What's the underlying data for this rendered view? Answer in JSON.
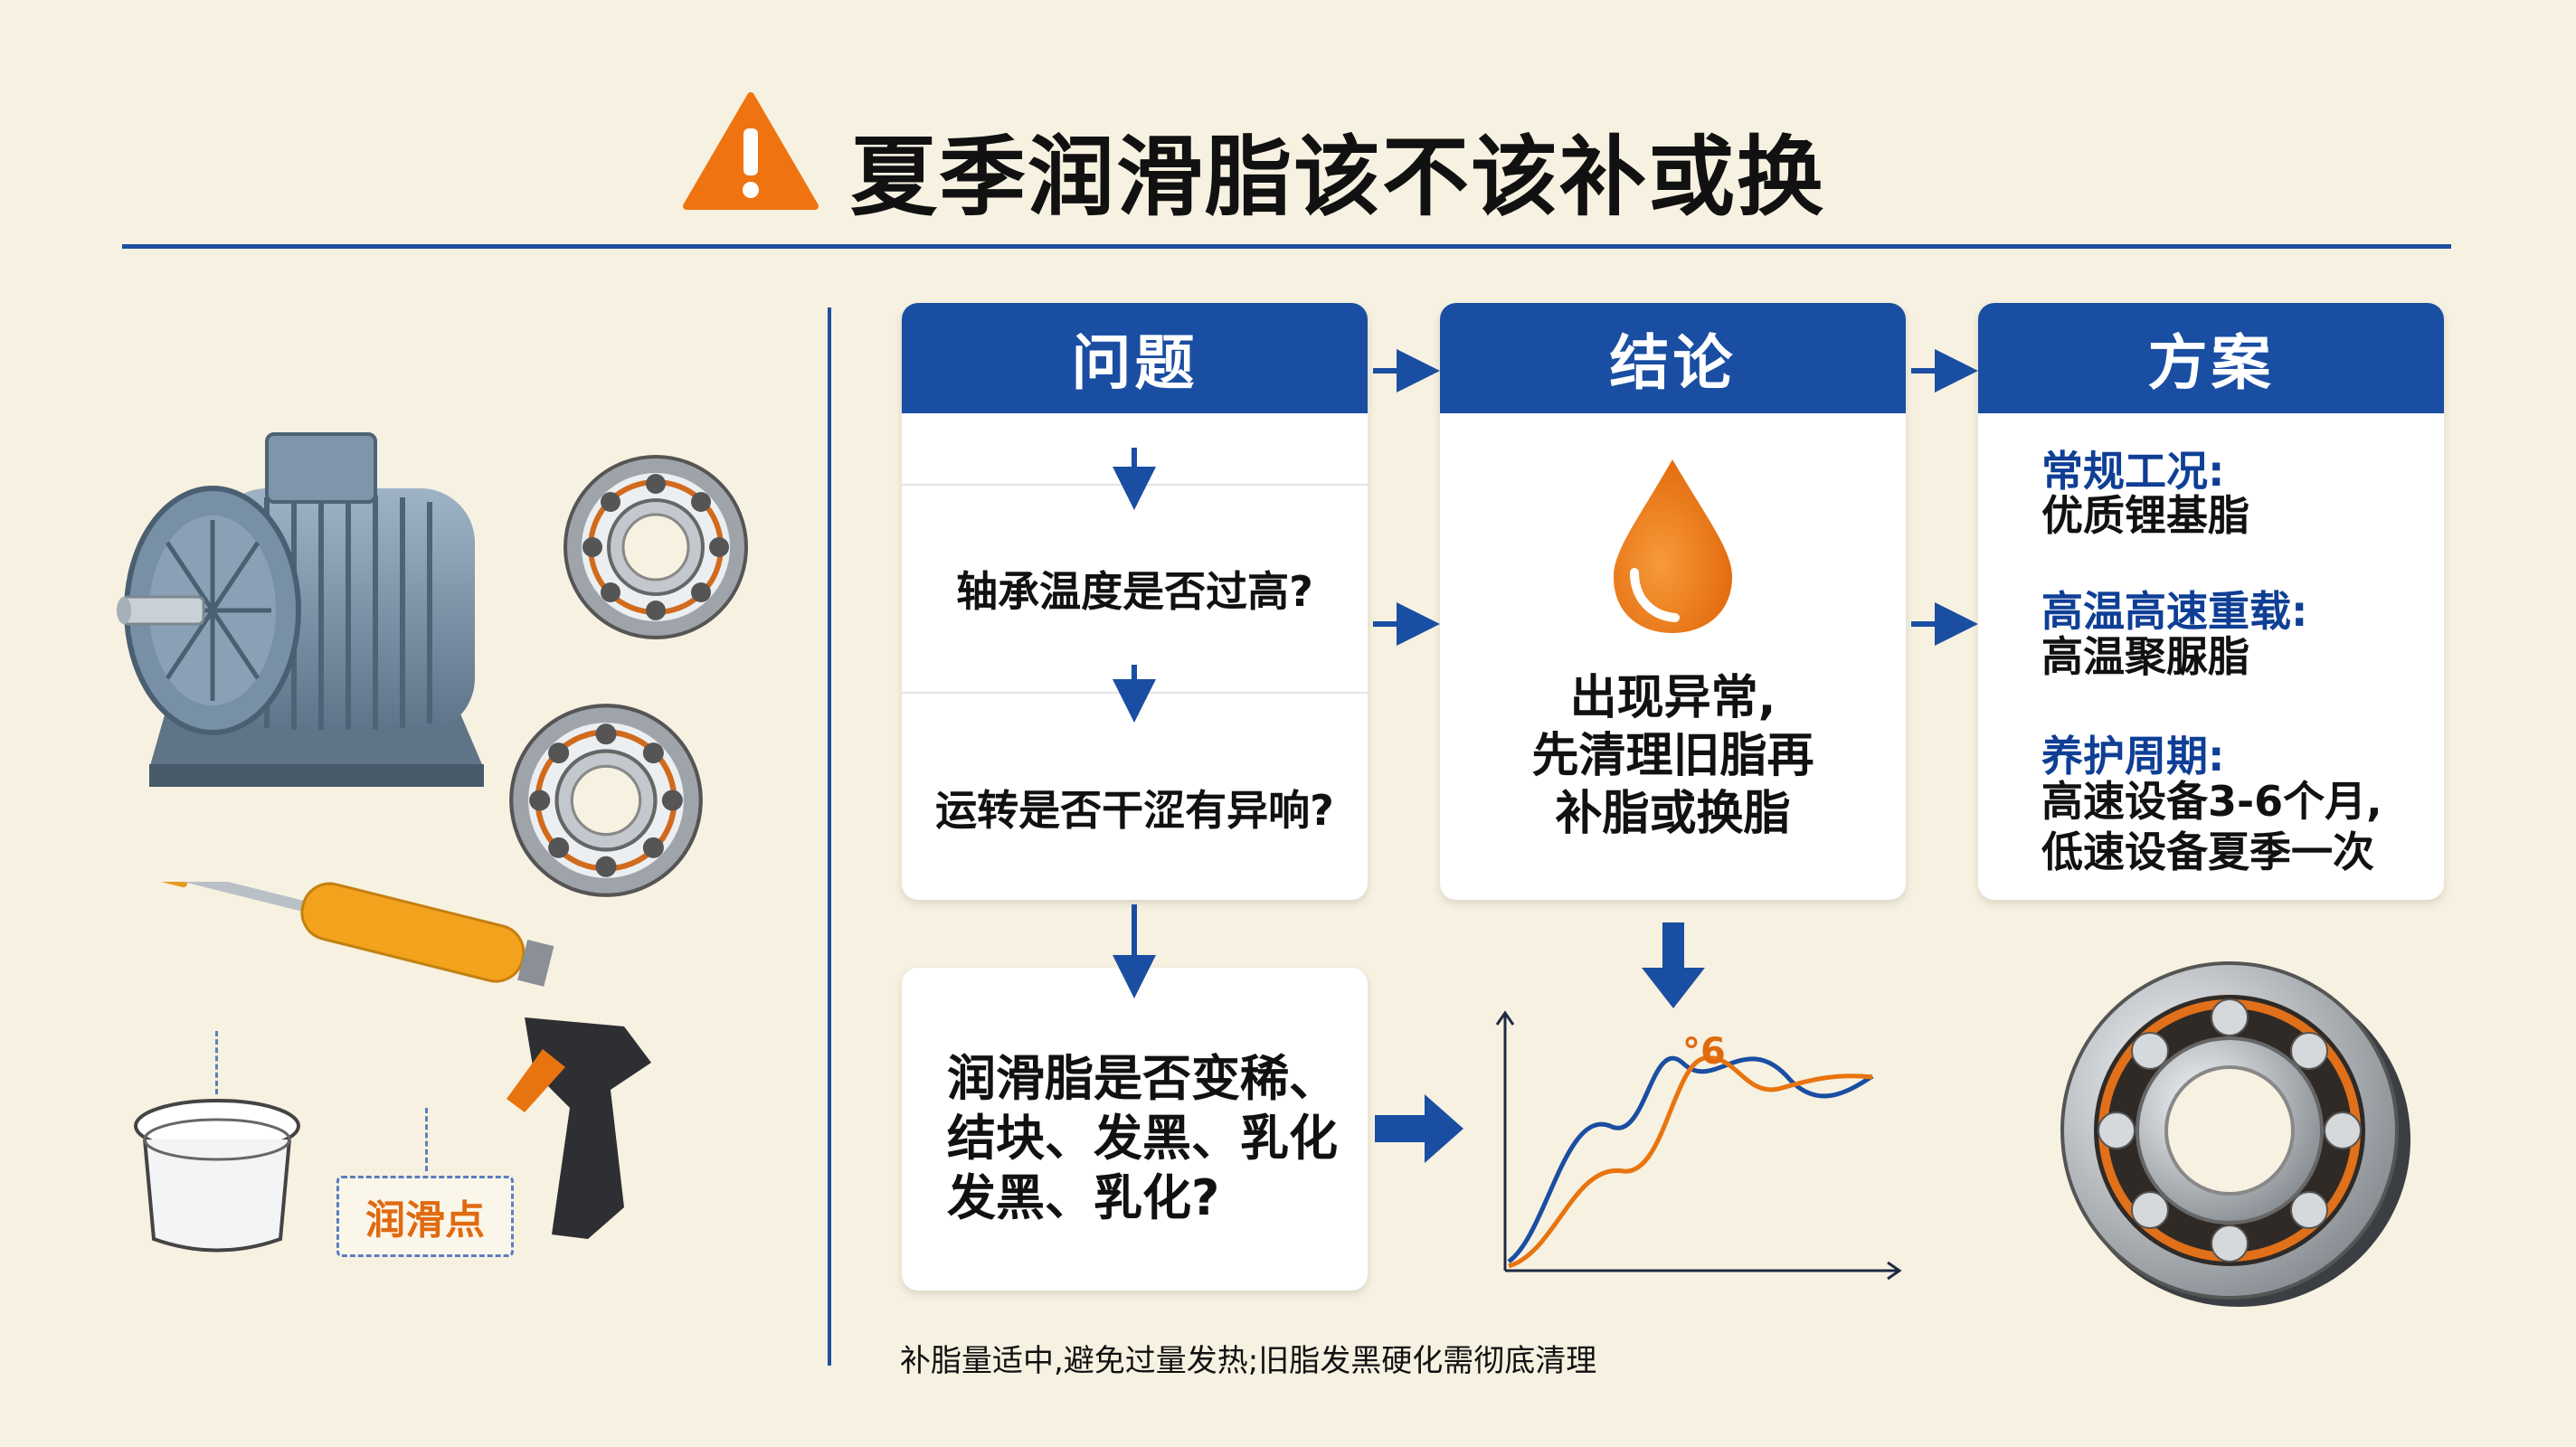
{
  "title": "夏季润滑脂该不该补或换",
  "cards": {
    "problem": {
      "header": "问题",
      "q1": "轴承温度是否过高?",
      "q2": "运转是否干涩有异响?",
      "q3_lines": [
        "润滑脂是否变稀、",
        "结块、发黑、乳化",
        "发黑、乳化?"
      ]
    },
    "conclusion": {
      "header": "结论",
      "lines": [
        "出现异常,",
        "先清理旧脂再",
        "补脂或换脂"
      ]
    },
    "plan": {
      "header": "方案",
      "normal_title": "常规工况:",
      "normal_body": "优质锂基脂",
      "hot_title": "高温高速重载:",
      "hot_body": "高温聚脲脂",
      "cycle_title": "养护周期:",
      "cycle_body_1": "高速设备3-6个月,",
      "cycle_body_2": "低速设备夏季一次"
    }
  },
  "labels": {
    "lube_point": "润滑点",
    "temp_mark": "°6"
  },
  "note": "补脂量适中,避免过量发热;旧脂发黑硬化需彻底清理",
  "colors": {
    "blue": "#1a4ea2",
    "orange": "#e8740f",
    "background": "#f7f1e1"
  },
  "icons": [
    "warning-icon",
    "oil-drop-icon",
    "motor-image",
    "bearing-image",
    "grease-gun-image",
    "grease-cup-image",
    "trend-chart"
  ]
}
